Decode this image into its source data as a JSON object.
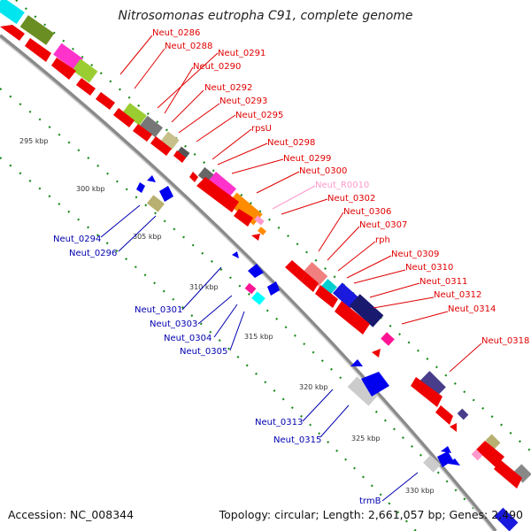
{
  "title": "Nitrosomonas eutropha C91, complete genome",
  "footer": {
    "accession": "Accession: NC_008344",
    "summary": "Topology: circular; Length: 2,661,057 bp; Genes: 2,490"
  },
  "colors": {
    "backbone": "#909090",
    "label_forward": "#e00000",
    "label_reverse": "#0000b0",
    "label_rna": "#ff99cc",
    "tick_green": "#1a8a1a"
  },
  "ticks": [
    "295 kbp",
    "300 kbp",
    "305 kbp",
    "310 kbp",
    "315 kbp",
    "320 kbp",
    "325 kbp",
    "330 kbp"
  ],
  "labels": [
    {
      "id": "neut-0286",
      "text": "Neut_0286",
      "strand": "forward"
    },
    {
      "id": "neut-0288",
      "text": "Neut_0288",
      "strand": "forward"
    },
    {
      "id": "neut-0291",
      "text": "Neut_0291",
      "strand": "forward"
    },
    {
      "id": "neut-0290",
      "text": "Neut_0290",
      "strand": "forward"
    },
    {
      "id": "neut-0292",
      "text": "Neut_0292",
      "strand": "forward"
    },
    {
      "id": "neut-0293",
      "text": "Neut_0293",
      "strand": "forward"
    },
    {
      "id": "neut-0295",
      "text": "Neut_0295",
      "strand": "forward"
    },
    {
      "id": "rpsu",
      "text": "rpsU",
      "strand": "forward"
    },
    {
      "id": "neut-0298",
      "text": "Neut_0298",
      "strand": "forward"
    },
    {
      "id": "neut-0299",
      "text": "Neut_0299",
      "strand": "forward"
    },
    {
      "id": "neut-0300",
      "text": "Neut_0300",
      "strand": "forward"
    },
    {
      "id": "neut-r0010",
      "text": "Neut_R0010",
      "strand": "rna"
    },
    {
      "id": "neut-0302",
      "text": "Neut_0302",
      "strand": "forward"
    },
    {
      "id": "neut-0306",
      "text": "Neut_0306",
      "strand": "forward"
    },
    {
      "id": "neut-0307",
      "text": "Neut_0307",
      "strand": "forward"
    },
    {
      "id": "rph",
      "text": "rph",
      "strand": "forward"
    },
    {
      "id": "neut-0309",
      "text": "Neut_0309",
      "strand": "forward"
    },
    {
      "id": "neut-0310",
      "text": "Neut_0310",
      "strand": "forward"
    },
    {
      "id": "neut-0311",
      "text": "Neut_0311",
      "strand": "forward"
    },
    {
      "id": "neut-0312",
      "text": "Neut_0312",
      "strand": "forward"
    },
    {
      "id": "neut-0314",
      "text": "Neut_0314",
      "strand": "forward"
    },
    {
      "id": "neut-0318",
      "text": "Neut_0318",
      "strand": "forward"
    },
    {
      "id": "neut-0294",
      "text": "Neut_0294",
      "strand": "reverse"
    },
    {
      "id": "neut-0296",
      "text": "Neut_0296",
      "strand": "reverse"
    },
    {
      "id": "neut-0301",
      "text": "Neut_0301",
      "strand": "reverse"
    },
    {
      "id": "neut-0303",
      "text": "Neut_0303",
      "strand": "reverse"
    },
    {
      "id": "neut-0304",
      "text": "Neut_0304",
      "strand": "reverse"
    },
    {
      "id": "neut-0305",
      "text": "Neut_0305",
      "strand": "reverse"
    },
    {
      "id": "neut-0313",
      "text": "Neut_0313",
      "strand": "reverse"
    },
    {
      "id": "neut-0315",
      "text": "Neut_0315",
      "strand": "reverse"
    },
    {
      "id": "trmb",
      "text": "trmB",
      "strand": "reverse"
    }
  ]
}
